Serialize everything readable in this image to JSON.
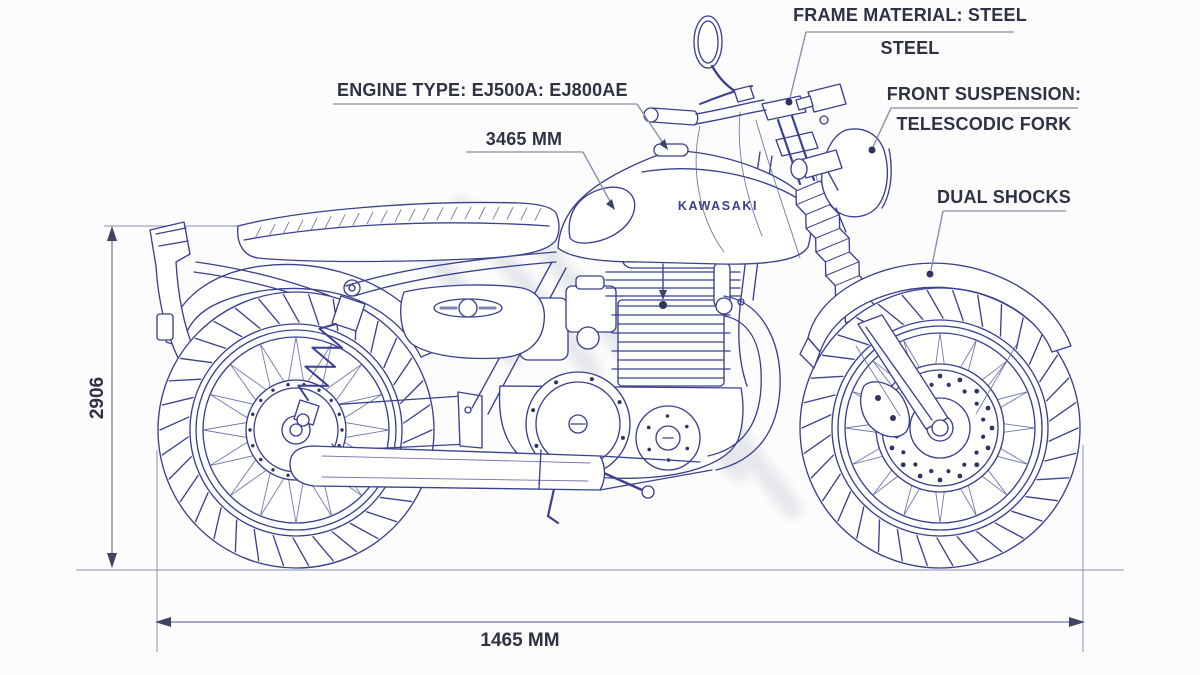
{
  "page": {
    "background": "#fcfcfd",
    "line_color": "#3b408f",
    "label_color": "#2e3243",
    "leader_color": "#8a90ae"
  },
  "callouts": {
    "engine_type": {
      "label": "ENGINE TYPE: EJ500A: EJ800AE"
    },
    "dim_3465": {
      "label": "3465 MM"
    },
    "frame_material": {
      "label_line1": "FRAME MATERIAL: STEEL",
      "label_line2": "STEEL"
    },
    "front_suspension": {
      "label_line1": "FRONT SUSPENSION:",
      "label_line2": "TELESCODIC FORK"
    },
    "rear_suspension": {
      "label": "DUAL SHOCKS"
    }
  },
  "dimensions": {
    "height": {
      "value": "2906"
    },
    "wheelbase": {
      "value": "1465 MM"
    }
  },
  "bike": {
    "tank_badge": "KAWASAKI"
  }
}
